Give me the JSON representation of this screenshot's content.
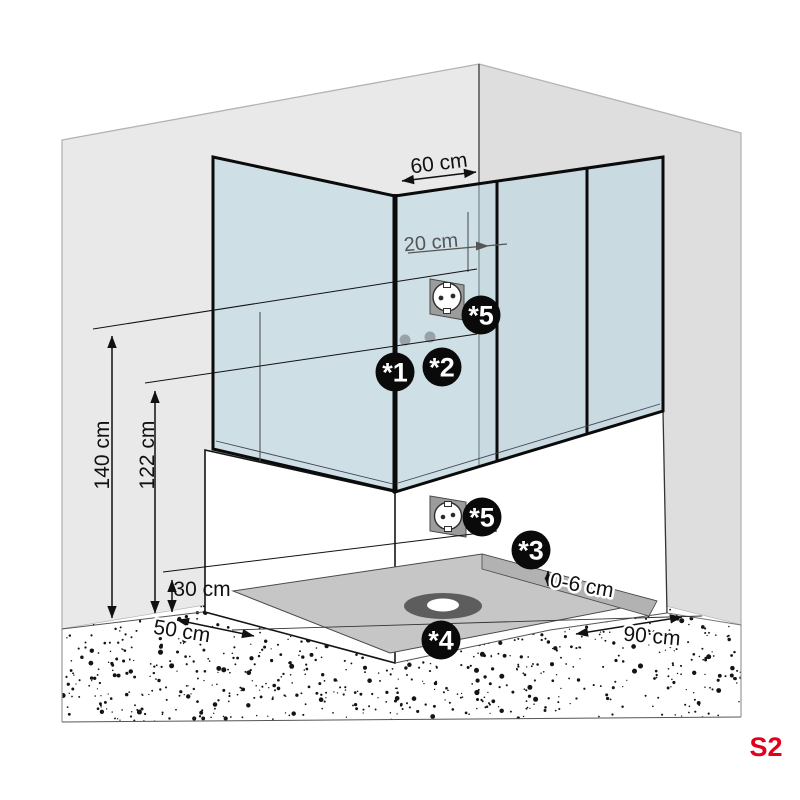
{
  "sheet": {
    "code": "S2",
    "code_color": "#e2001a"
  },
  "dimensions": {
    "top_width": {
      "label": "60 cm"
    },
    "socket_offset": {
      "label": "20 cm"
    },
    "height_primary": {
      "label": "140 cm"
    },
    "height_secondary": {
      "label": "122 cm"
    },
    "base_height": {
      "label": "30 cm"
    },
    "front_clearance": {
      "label": "50 cm"
    },
    "tray_height": {
      "label": "0-6 cm"
    },
    "side_clearance": {
      "label": "90 cm"
    }
  },
  "markers": {
    "m1": "*1",
    "m2": "*2",
    "m3": "*3",
    "m4": "*4",
    "m5_upper": "*5",
    "m5_lower": "*5"
  },
  "icons": {
    "socket_upper": "power-socket-icon",
    "socket_lower": "power-socket-icon",
    "drain": "drain-icon"
  },
  "colors": {
    "wall_left": "#e9e9e9",
    "wall_right": "#dedede",
    "glass_tint": "rgb(183,214,229)",
    "tray_top": "#c6c6c6",
    "tray_edge_band": "#b2b2b2",
    "drain_dark": "#5d5d5d",
    "marker_bg": "#0a0a0a",
    "accent_red": "#e2001a"
  }
}
